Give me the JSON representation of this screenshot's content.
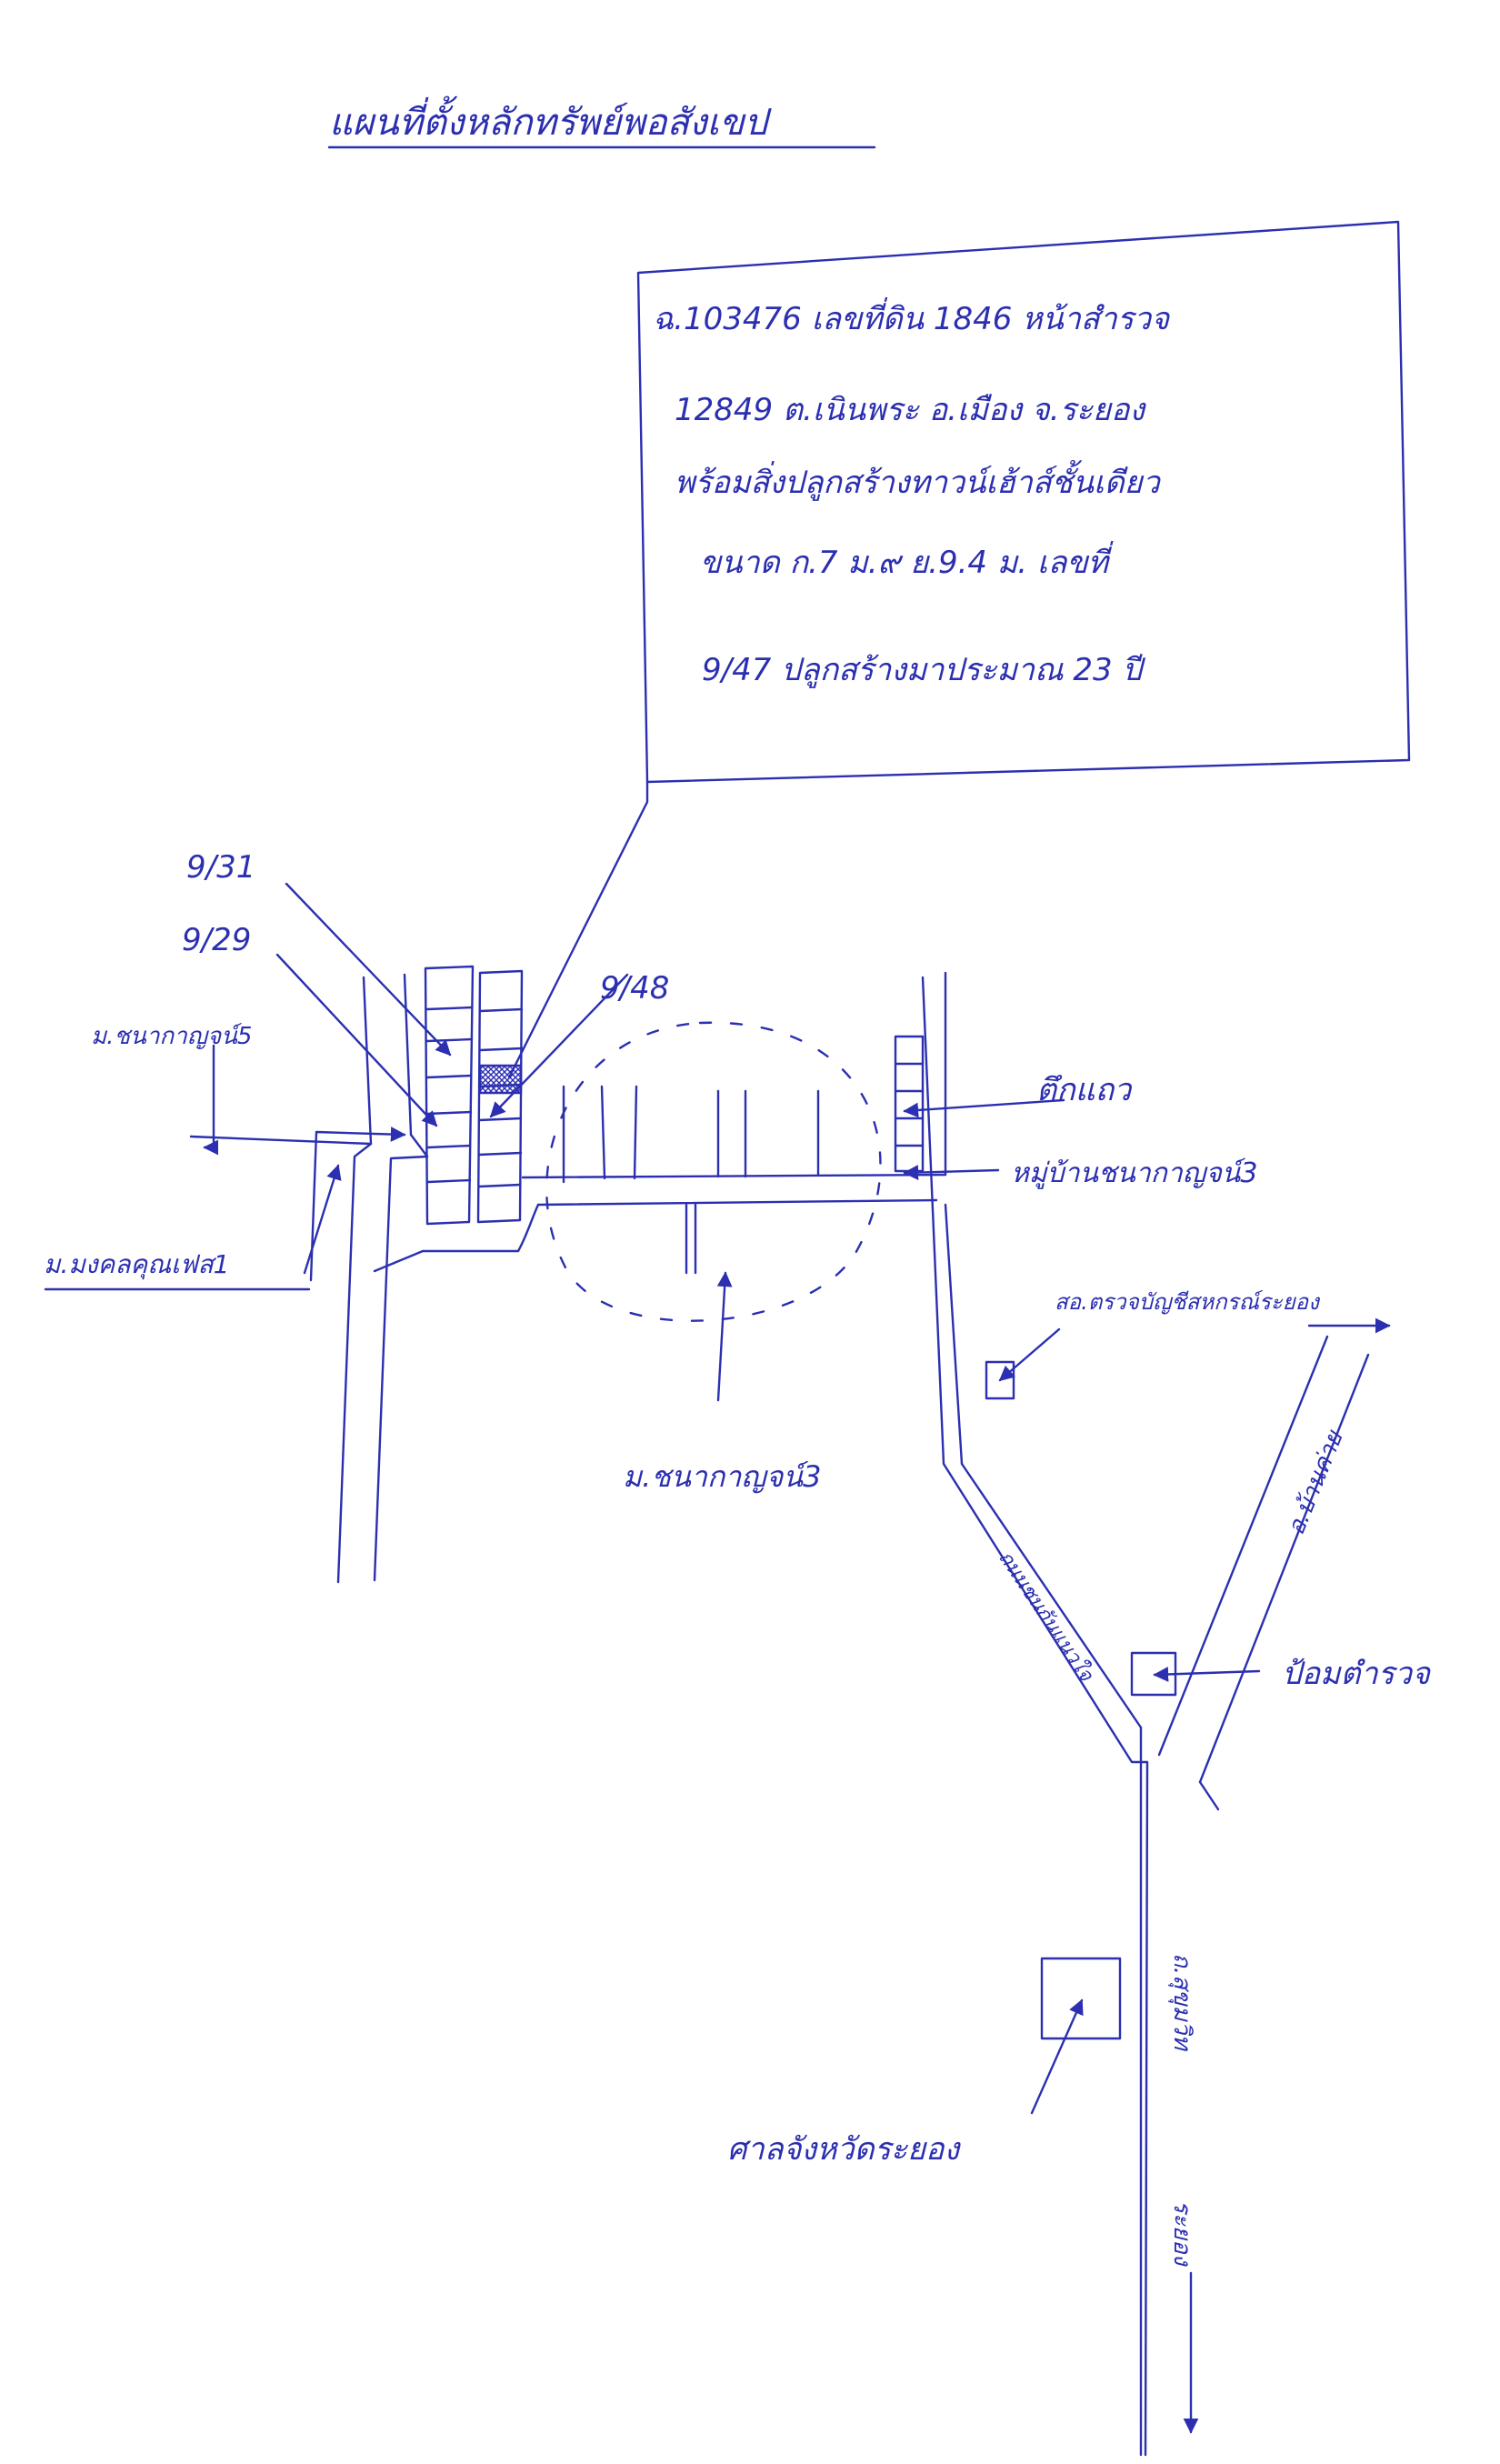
{
  "title": "แผนที่ตั้งหลักทรัพย์พอสังเขป",
  "ink_color": "#2b2fb0",
  "paper_color": "#ffffff",
  "info_box": {
    "lines": [
      "ฉ.103476 เลขที่ดิน 1846 หน้าสำรวจ",
      "12849 ต.เนินพระ อ.เมือง จ.ระยอง",
      "พร้อมสิ่งปลูกสร้างทาวน์เฮ้าส์ชั้นเดียว",
      "ขนาด ก.7 ม.๙ ย.9.4 ม. เลขที่",
      "9/47 ปลูกสร้างมาประมาณ 23 ปี"
    ]
  },
  "labels": {
    "house_931": "9/31",
    "house_929": "9/29",
    "house_948": "9/48",
    "soi_chanakan5": "ม.ชนากาญจน์5",
    "soi_mongkol": "ม.มงคลคุณเฟส1",
    "row_buildings": "ตึกแถว",
    "village_3": "หมู่บ้านชนากาญจน์3",
    "village_3_bottom": "ม.ชนากาญจน์3",
    "cooperative": "สอ.ตรวจบัญชีสหกรณ์ระยอง",
    "to_ban_khai": "อ.บ้านค่าย",
    "road_left": "ถนนชนกันแนวใจ",
    "police_box": "ป้อมตำรวจ",
    "sukhumvit": "ถ.สุขุมวิท",
    "provincial_court": "ศาลจังหวัดระยอง",
    "to_rayong": "ระยอง"
  }
}
